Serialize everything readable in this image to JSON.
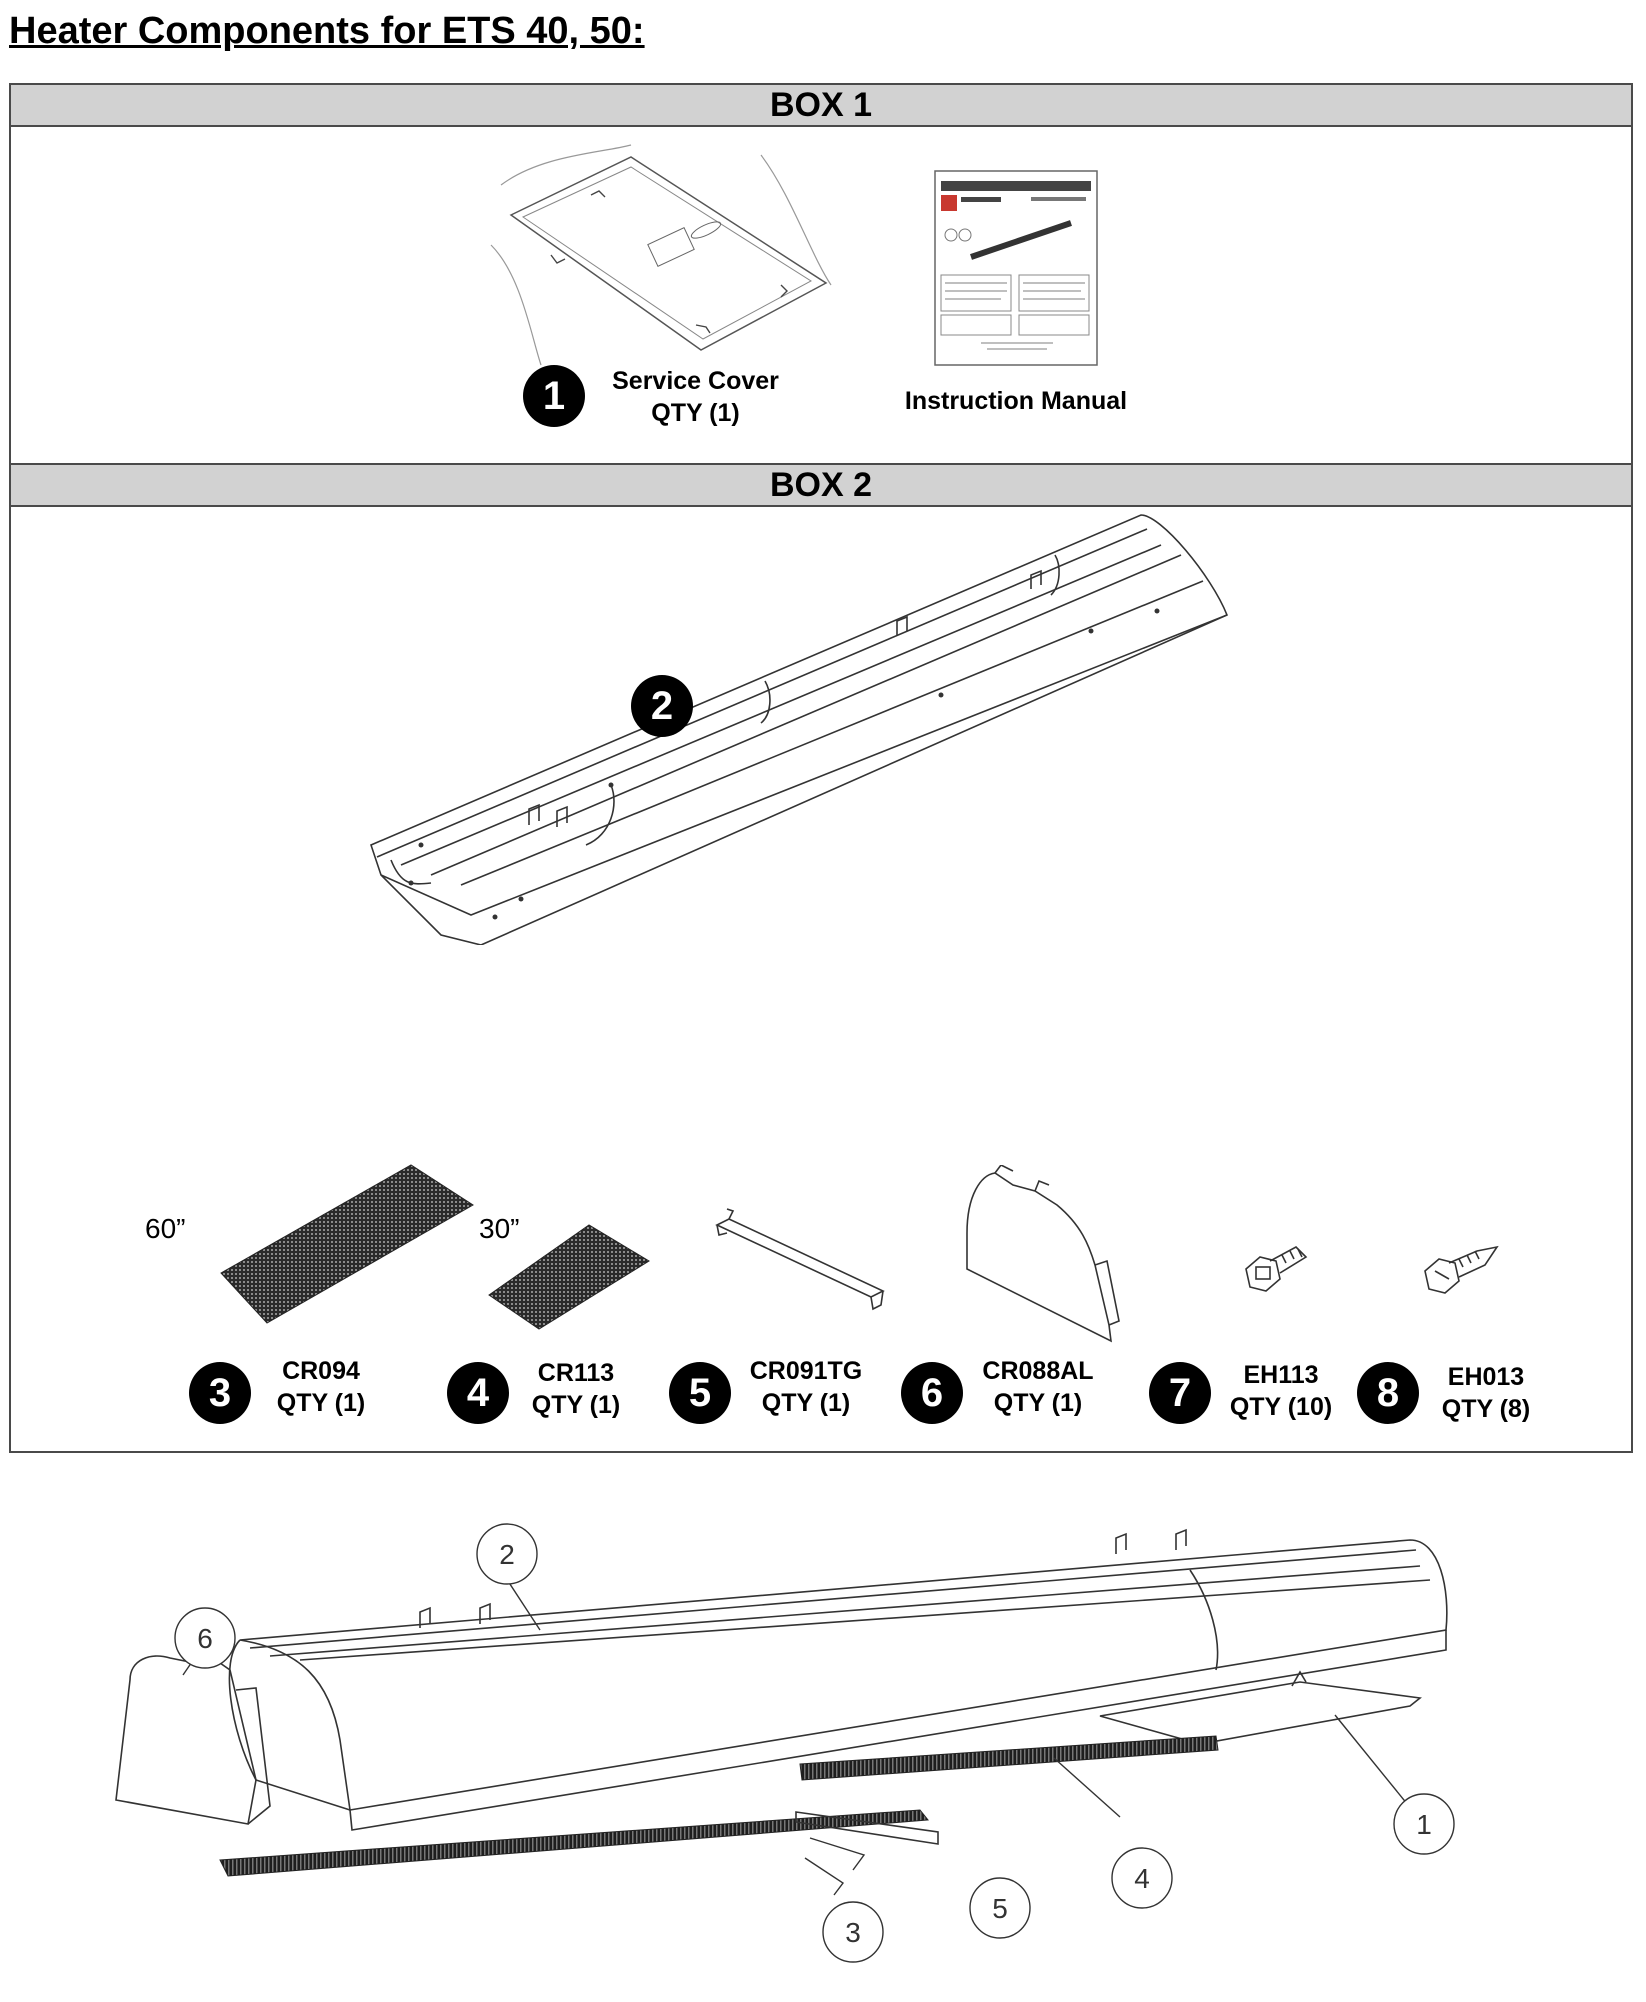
{
  "title": "Heater Components for ETS 40, 50:",
  "box1": {
    "header": "BOX 1",
    "service_cover": {
      "num": "1",
      "name": "Service Cover",
      "qty": "QTY (1)"
    },
    "manual": {
      "label": "Instruction Manual"
    }
  },
  "box2": {
    "header": "BOX 2",
    "reflector_num": "2",
    "size_60": "60”",
    "size_30": "30”",
    "parts": [
      {
        "num": "3",
        "code": "CR094",
        "qty": "QTY (1)"
      },
      {
        "num": "4",
        "code": "CR113",
        "qty": "QTY (1)"
      },
      {
        "num": "5",
        "code": "CR091TG",
        "qty": "QTY (1)"
      },
      {
        "num": "6",
        "code": "CR088AL",
        "qty": "QTY (1)"
      },
      {
        "num": "7",
        "code": "EH113",
        "qty": "QTY (10)"
      },
      {
        "num": "8",
        "code": "EH013",
        "qty": "QTY (8)"
      }
    ]
  },
  "assembly": {
    "callouts": [
      "1",
      "2",
      "3",
      "4",
      "5",
      "6"
    ]
  }
}
